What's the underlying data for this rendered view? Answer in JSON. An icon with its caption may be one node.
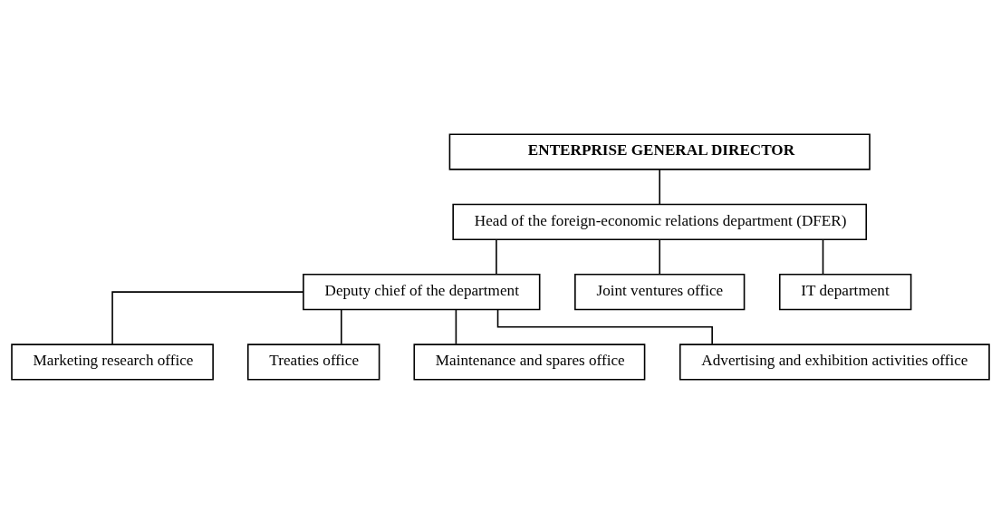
{
  "diagram": {
    "nodes": [
      {
        "text": [
          "ENTERPRISE GENERAL DIRECTOR"
        ]
      },
      {
        "text": [
          "Head of the foreign-economic relations department (DFER)"
        ]
      },
      {
        "text": [
          "Deputy chief of the department"
        ]
      },
      {
        "text": [
          "Marketing research office"
        ]
      },
      {
        "text": [
          "Treaties office"
        ]
      },
      {
        "text": [
          "Joint ventures office"
        ]
      },
      {
        "text": [
          "Maintenance and spares office"
        ]
      },
      {
        "text": [
          "Advertising and exhibition activities office"
        ]
      },
      {
        "text": [
          "IT department"
        ]
      }
    ],
    "edges": [
      {
        "from": 0,
        "to": 1,
        "arrow": "none"
      },
      {
        "from": 1,
        "to": 2,
        "arrow": "none"
      },
      {
        "from": 2,
        "to": 3,
        "arrow": "none"
      },
      {
        "from": 2,
        "to": 4,
        "arrow": "none"
      },
      {
        "from": 2,
        "to": 6,
        "arrow": "none"
      },
      {
        "from": 2,
        "to": 7,
        "arrow": "none"
      },
      {
        "from": 1,
        "to": 5,
        "arrow": "none"
      },
      {
        "from": 1,
        "to": 8,
        "arrow": "none"
      }
    ]
  }
}
